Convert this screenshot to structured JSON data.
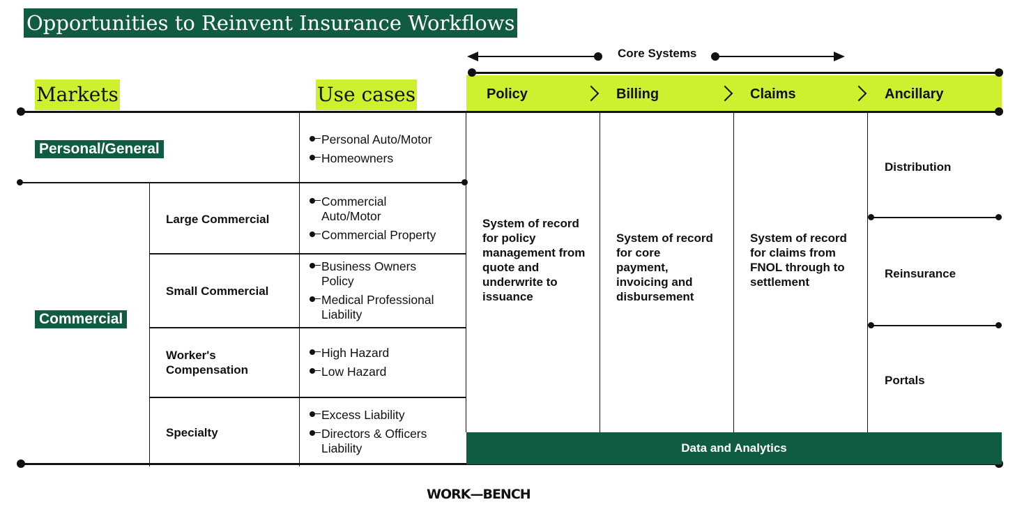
{
  "title": "Opportunities to Reinvent Insurance Workflows",
  "headers": {
    "markets": "Markets",
    "use_cases": "Use cases"
  },
  "core_systems_label": "Core Systems",
  "stages": [
    "Policy",
    "Billing",
    "Claims",
    "Ancillary"
  ],
  "markets": {
    "personal": "Personal/General",
    "commercial": "Commercial"
  },
  "segments": {
    "large_commercial": "Large Commercial",
    "small_commercial": "Small Commercial",
    "workers_comp": "Worker's Compensation",
    "specialty": "Specialty"
  },
  "use_cases": {
    "personal": [
      "Personal Auto/Motor",
      "Homeowners"
    ],
    "large_commercial": [
      "Commercial Auto/Motor",
      "Commercial Property"
    ],
    "small_commercial": [
      "Business Owners Policy",
      "Medical Professional Liability"
    ],
    "workers_comp": [
      "High Hazard",
      "Low Hazard"
    ],
    "specialty": [
      "Excess Liability",
      "Directors & Officers Liability"
    ]
  },
  "descriptions": {
    "policy": "System of record for policy management from quote and underwrite to issuance",
    "billing": "System of record for core payment, invoicing and disbursement",
    "claims": "System of record for claims from FNOL through to settlement"
  },
  "ancillary": [
    "Distribution",
    "Reinsurance",
    "Portals"
  ],
  "data_analytics": "Data and Analytics",
  "logo": "WORK—BENCH",
  "colors": {
    "dark_green": "#0f5c43",
    "lime": "#cdf02f",
    "ink": "#111111"
  }
}
